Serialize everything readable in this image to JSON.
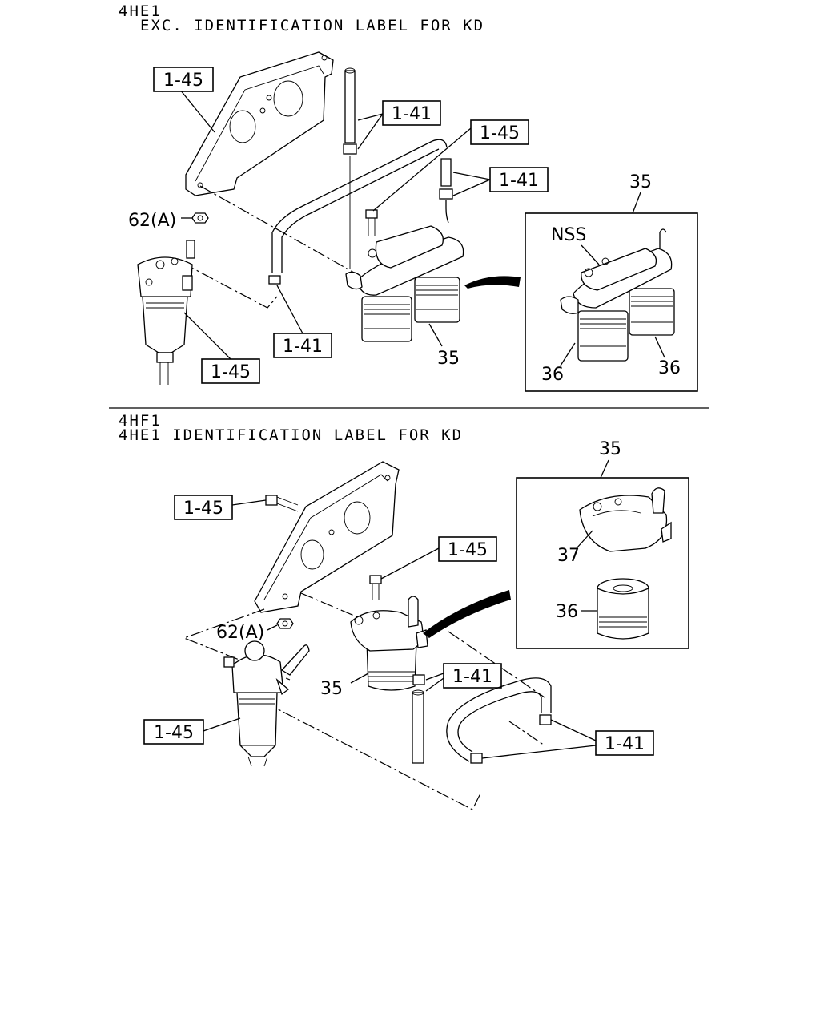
{
  "top_section": {
    "heading_line1": "4HE1",
    "heading_line2": "EXC. IDENTIFICATION LABEL FOR KD",
    "callouts": {
      "bracket_ref": "1-45",
      "upper_pipe_ref": "1-41",
      "bolt_ref": "1-45",
      "right_pipe_ref": "1-41",
      "nut_ref": "62(A)",
      "lower_pipe_ref": "1-41",
      "sedimenter_ref": "1-45",
      "filter_assembly_num": "35"
    },
    "detail_inset": {
      "assembly_num": "35",
      "nss_label": "NSS",
      "cartridge_left_num": "36",
      "cartridge_right_num": "36"
    }
  },
  "bottom_section": {
    "heading_line1": "4HF1",
    "heading_line2": "4HE1 IDENTIFICATION LABEL FOR KD",
    "callouts": {
      "upper_bolt_ref": "1-45",
      "lower_bolt_ref": "1-45",
      "nut_ref": "62(A)",
      "filter_assembly_num": "35",
      "pipe_ref": "1-41",
      "sedimenter_ref": "1-45",
      "hose_ref": "1-41"
    },
    "detail_inset": {
      "assembly_num": "35",
      "head_num": "37",
      "cartridge_num": "36"
    }
  }
}
